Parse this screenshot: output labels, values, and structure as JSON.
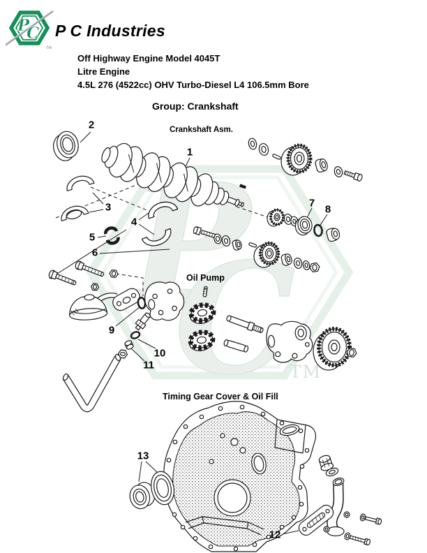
{
  "page": {
    "background": "#ffffff"
  },
  "brand": {
    "company": "P C Industries",
    "logo_letter_p": "P",
    "logo_letter_c": "C",
    "logo_tm": "TM",
    "green": "#148f58"
  },
  "engine_info": {
    "line1": "Off Highway Engine Model 4045T",
    "line2": "Litre Engine",
    "line3": "4.5L 276 (4522cc) OHV Turbo-Diesel L4 106.5mm Bore",
    "group_title": "Group: Crankshaft"
  },
  "section_labels": {
    "crankshaft": "Crankshaft Asm.",
    "oil_pump": "Oil Pump",
    "timing_cover": "Timing Gear Cover & Oil Fill"
  },
  "callouts": [
    {
      "number": "1"
    },
    {
      "number": "2"
    },
    {
      "number": "3"
    },
    {
      "number": "4"
    },
    {
      "number": "5"
    },
    {
      "number": "6"
    },
    {
      "number": "7"
    },
    {
      "number": "8"
    },
    {
      "number": "9"
    },
    {
      "number": "10"
    },
    {
      "number": "11"
    },
    {
      "number": "12"
    },
    {
      "number": "13"
    }
  ],
  "watermark": {
    "letter_p": "P",
    "letter_c": "C",
    "tm": "TM"
  }
}
